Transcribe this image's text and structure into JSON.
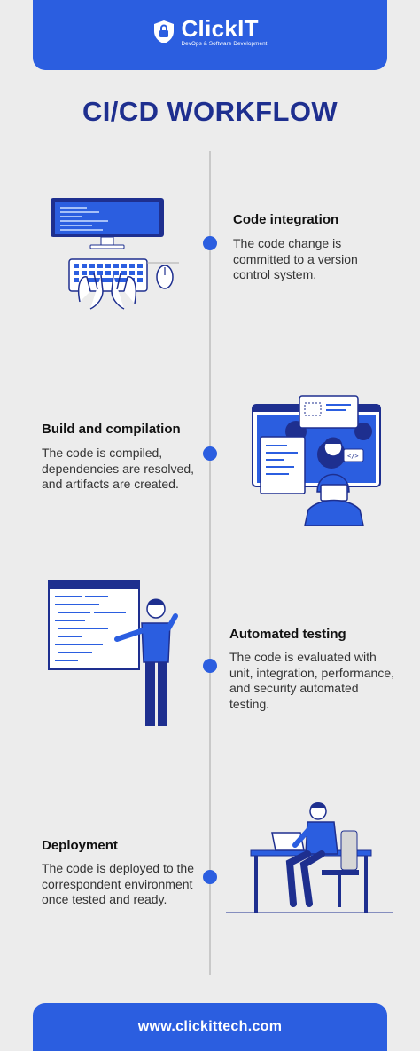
{
  "header": {
    "logo_name": "ClickIT",
    "logo_tagline": "DevOps & Software Development"
  },
  "title": "CI/CD WORKFLOW",
  "steps": [
    {
      "title": "Code integration",
      "description": "The code change is committed to a version control system."
    },
    {
      "title": "Build and compilation",
      "description": "The code is compiled, dependencies are resolved, and artifacts are created."
    },
    {
      "title": "Automated testing",
      "description": "The code is evaluated with unit, integration, performance, and security automated testing."
    },
    {
      "title": "Deployment",
      "description": "The code is deployed to the correspondent environment once tested and ready."
    }
  ],
  "footer": {
    "url": "www.clickittech.com"
  },
  "colors": {
    "brand_blue": "#2b5ee0",
    "title_navy": "#1e2f8f",
    "background": "#ececec"
  }
}
